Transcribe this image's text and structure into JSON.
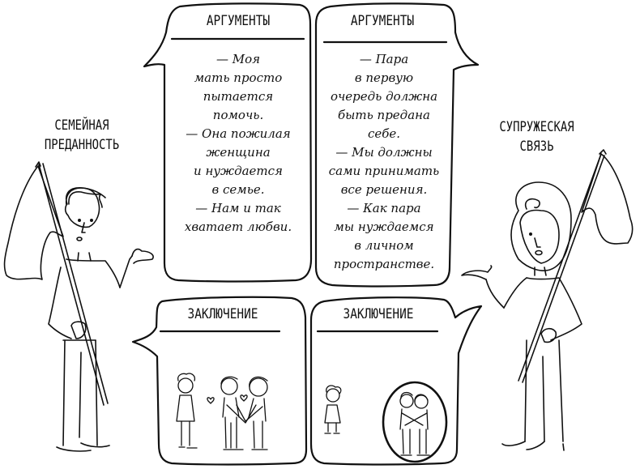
{
  "left_side": {
    "label_lines": [
      "Семейная",
      "преданность"
    ],
    "arguments_bubble": {
      "title": "Аргументы",
      "lines": [
        "— Моя",
        "мать просто",
        "пытается",
        "помочь.",
        "— Она пожилая",
        "женщина",
        "и нуждается",
        "в семье.",
        "— Нам и так",
        "хватает любви."
      ]
    },
    "conclusion_bubble": {
      "title": "Заключение",
      "illustration": "older-woman-heart-couple-holding-hands-heart"
    },
    "figure": "man-holding-flag-icon"
  },
  "right_side": {
    "label_lines": [
      "Супружеская",
      "связь"
    ],
    "arguments_bubble": {
      "title": "Аргументы",
      "lines": [
        "— Пара",
        "в первую",
        "очередь должна",
        "быть предана",
        "себе.",
        "— Мы должны",
        "сами принимать",
        "все решения.",
        "— Как пара",
        "мы нуждаемся",
        "в личном",
        "пространстве."
      ]
    },
    "conclusion_bubble": {
      "title": "Заключение",
      "illustration": "older-woman-apart-couple-hugging-in-circle"
    },
    "figure": "woman-holding-flag-icon"
  },
  "colors": {
    "ink": "#111111",
    "paper": "#ffffff"
  }
}
